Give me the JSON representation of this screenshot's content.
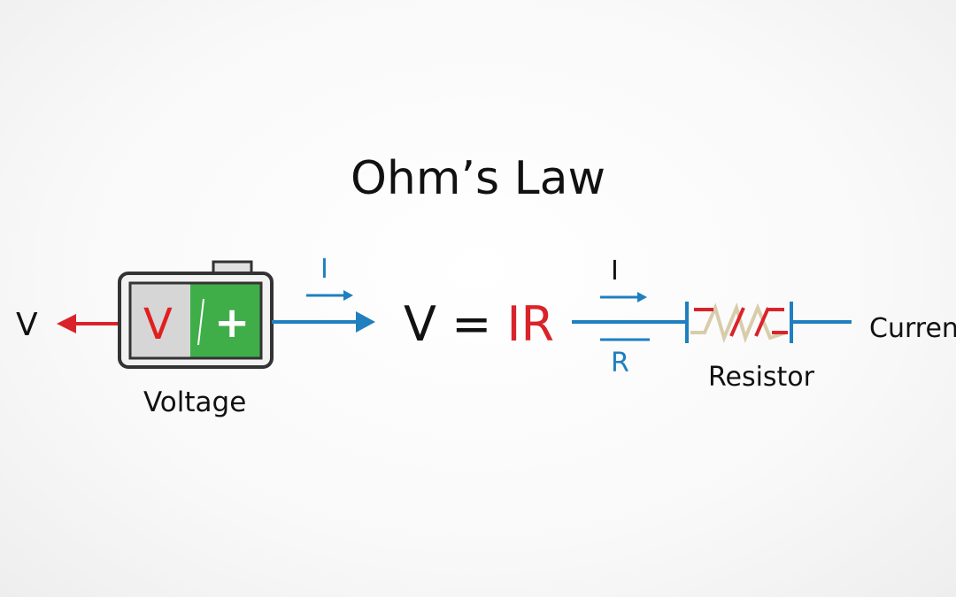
{
  "title": "Ohm’s Law",
  "battery": {
    "label": "Voltage",
    "left_symbol": "V",
    "right_symbol": "+",
    "colors": {
      "left_fill": "#d6d6d6",
      "right_fill": "#3fae49",
      "frame": "#333333"
    }
  },
  "left_output_label": "V",
  "left_current_label": "I",
  "formula": {
    "lhs": "V = ",
    "rhs": "IR"
  },
  "right_current_label": "I",
  "resistance_label": "R",
  "resistor_label": "Resistor",
  "current_label": "Curren",
  "colors": {
    "red": "#d9232a",
    "blue": "#1f7fbf",
    "green": "#3fae49",
    "beige": "#d8ccaa"
  }
}
